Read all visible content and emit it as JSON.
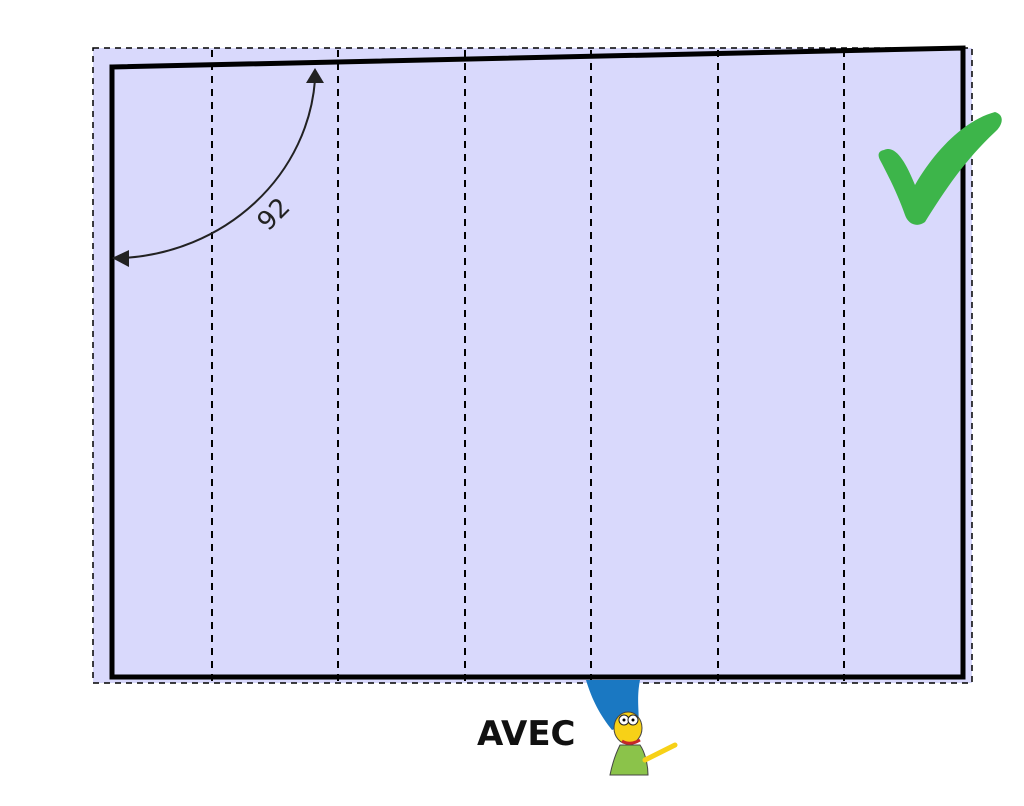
{
  "diagram": {
    "angle_label": "92",
    "caption": "AVEC",
    "fill_color": "#d9d9fc",
    "check_color": "#3db54a",
    "stroke_color": "#000000",
    "panel_count": 7
  }
}
